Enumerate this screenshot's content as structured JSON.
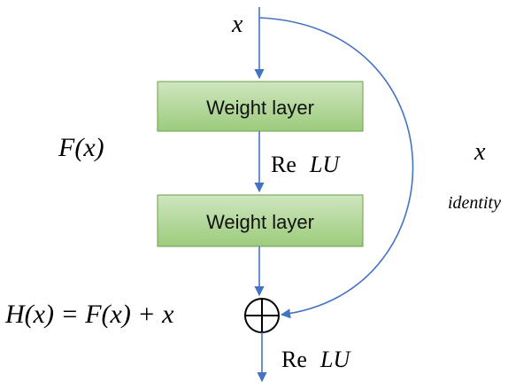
{
  "input_label": "x",
  "layers": [
    {
      "label": "Weight layer"
    },
    {
      "label": "Weight layer"
    }
  ],
  "residual_label": "F(x)",
  "activation_mid": {
    "re": "Re",
    "lu": "LU"
  },
  "activation_out": {
    "re": "Re",
    "lu": "LU"
  },
  "skip": {
    "label": "x",
    "caption": "identity"
  },
  "output_equation": "H(x) = F(x) + x",
  "colors": {
    "box_fill_top": "#c6e0b4",
    "box_fill_bottom": "#9bc97a",
    "box_stroke": "#6a9f4b",
    "arrow": "#4472c4"
  }
}
